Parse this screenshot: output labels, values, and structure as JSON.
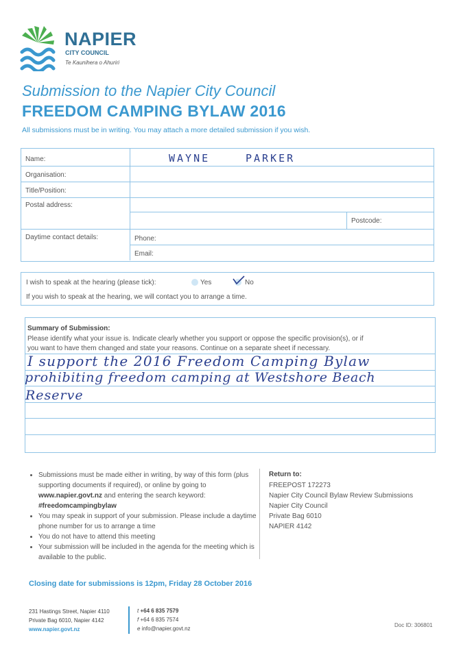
{
  "logo": {
    "name": "NAPIER",
    "sub": "CITY COUNCIL",
    "maori": "Te Kaunihera o Ahuriri"
  },
  "title": {
    "line1": "Submission to the Napier City Council",
    "line2": "FREEDOM CAMPING BYLAW 2016",
    "intro": "All submissions must be in writing.  You may attach a more detailed submission if you wish."
  },
  "details": {
    "name_label": "Name:",
    "name_first": "WAYNE",
    "name_last": "PARKER",
    "organisation_label": "Organisation:",
    "title_label": "Title/Position:",
    "postal_label": "Postal address:",
    "postcode_label": "Postcode:",
    "daytime_label": "Daytime contact details:",
    "phone_label": "Phone:",
    "email_label": "Email:"
  },
  "hearing": {
    "question": "I wish to speak at the hearing (please tick):",
    "yes": "Yes",
    "no": "No",
    "note": "If you wish to speak at the hearing, we will contact you to arrange a time."
  },
  "summary": {
    "heading": "Summary of Submission:",
    "instructions1": "Please identify what your issue is. Indicate clearly whether you support or oppose the specific provision(s), or if",
    "instructions2": "you want to have them changed and state your reasons. Continue on a separate sheet if necessary.",
    "hand_line1": "I support the 2016 Freedom Camping Bylaw",
    "hand_line2": "prohibiting freedom camping at Westshore Beach",
    "hand_line3": "Reserve"
  },
  "info": {
    "b1_pre": "Submissions must be made either in writing, by way of this form (plus supporting documents if required), or online by going to ",
    "b1_url": "www.napier.govt.nz",
    "b1_mid": " and entering the search keyword: ",
    "b1_key": "#freedomcampingbylaw",
    "b2": "You may speak in support of your submission. Please include a daytime phone number for us to arrange a time",
    "b3": "You do not have to attend this meeting",
    "b4": "Your submission will be included in the agenda for the meeting which is available to the public."
  },
  "return_to": {
    "heading": "Return to:",
    "l1": "FREEPOST 172273",
    "l2": "Napier City Council Bylaw Review Submissions",
    "l3": "Napier City Council",
    "l4": "Private Bag 6010",
    "l5": "NAPIER 4142"
  },
  "closing": "Closing date for submissions is 12pm, Friday 28 October 2016",
  "footer": {
    "addr1": "231 Hastings Street, Napier 4110",
    "addr2": "Private Bag 6010, Napier 4142",
    "url": "www.napier.govt.nz",
    "t_label": "t",
    "phone": "+64 6 835 7579",
    "f_label": "f",
    "fax": "+64 6 835 7574",
    "e_label": "e",
    "email": "info@napier.govt.nz",
    "doc_id": "Doc ID: 306801"
  },
  "colors": {
    "brand_blue": "#3a98cf",
    "logo_green": "#4caf50",
    "ink": "#2a3f8f"
  }
}
